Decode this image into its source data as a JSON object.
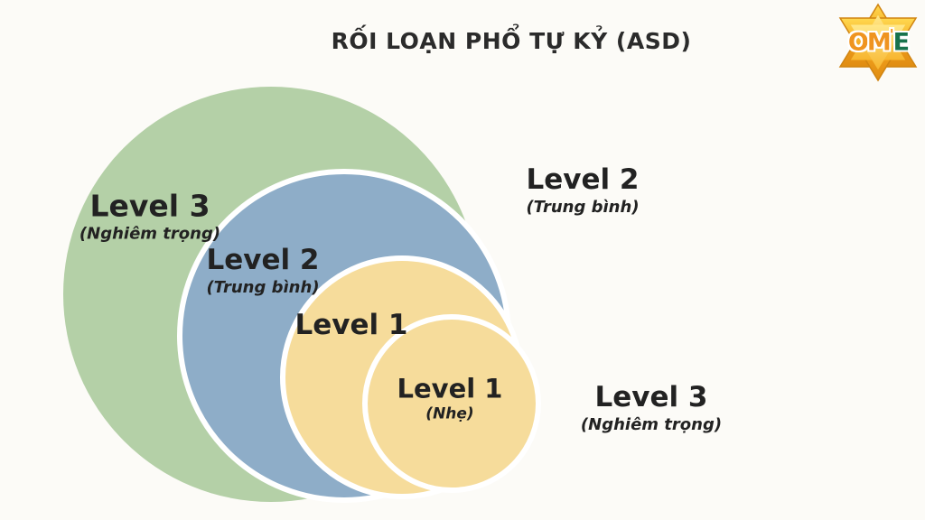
{
  "title": "RỐI LOẠN PHỔ TỰ KỶ (ASD)",
  "logo": {
    "letters": {
      "o": "O",
      "m": "M",
      "mark": "'",
      "e": "E"
    },
    "star_color": "#f2a21d",
    "letter_color_om": "#ef9420",
    "letter_color_e": "#17724c"
  },
  "diagram": {
    "type": "nested-circles",
    "circles": [
      {
        "level": "Level 3",
        "severity": "(Nghiêm trọng)",
        "color": "#b4d0a7"
      },
      {
        "level": "Level 2",
        "severity": "(Trung bình)",
        "color": "#8eadc8"
      },
      {
        "level": "Level 1",
        "severity": "",
        "color": "#f6dc9b"
      },
      {
        "level": "Level 1",
        "severity": "(Nhẹ)",
        "color": "#f6dc9b"
      }
    ],
    "side_labels": [
      {
        "level": "Level 2",
        "severity": "(Trung bình)"
      },
      {
        "level": "Level 3",
        "severity": "(Nghiêm trọng)"
      }
    ]
  },
  "colors": {
    "background": "#fcfbf7",
    "text": "#222222",
    "ring": "#ffffff"
  }
}
